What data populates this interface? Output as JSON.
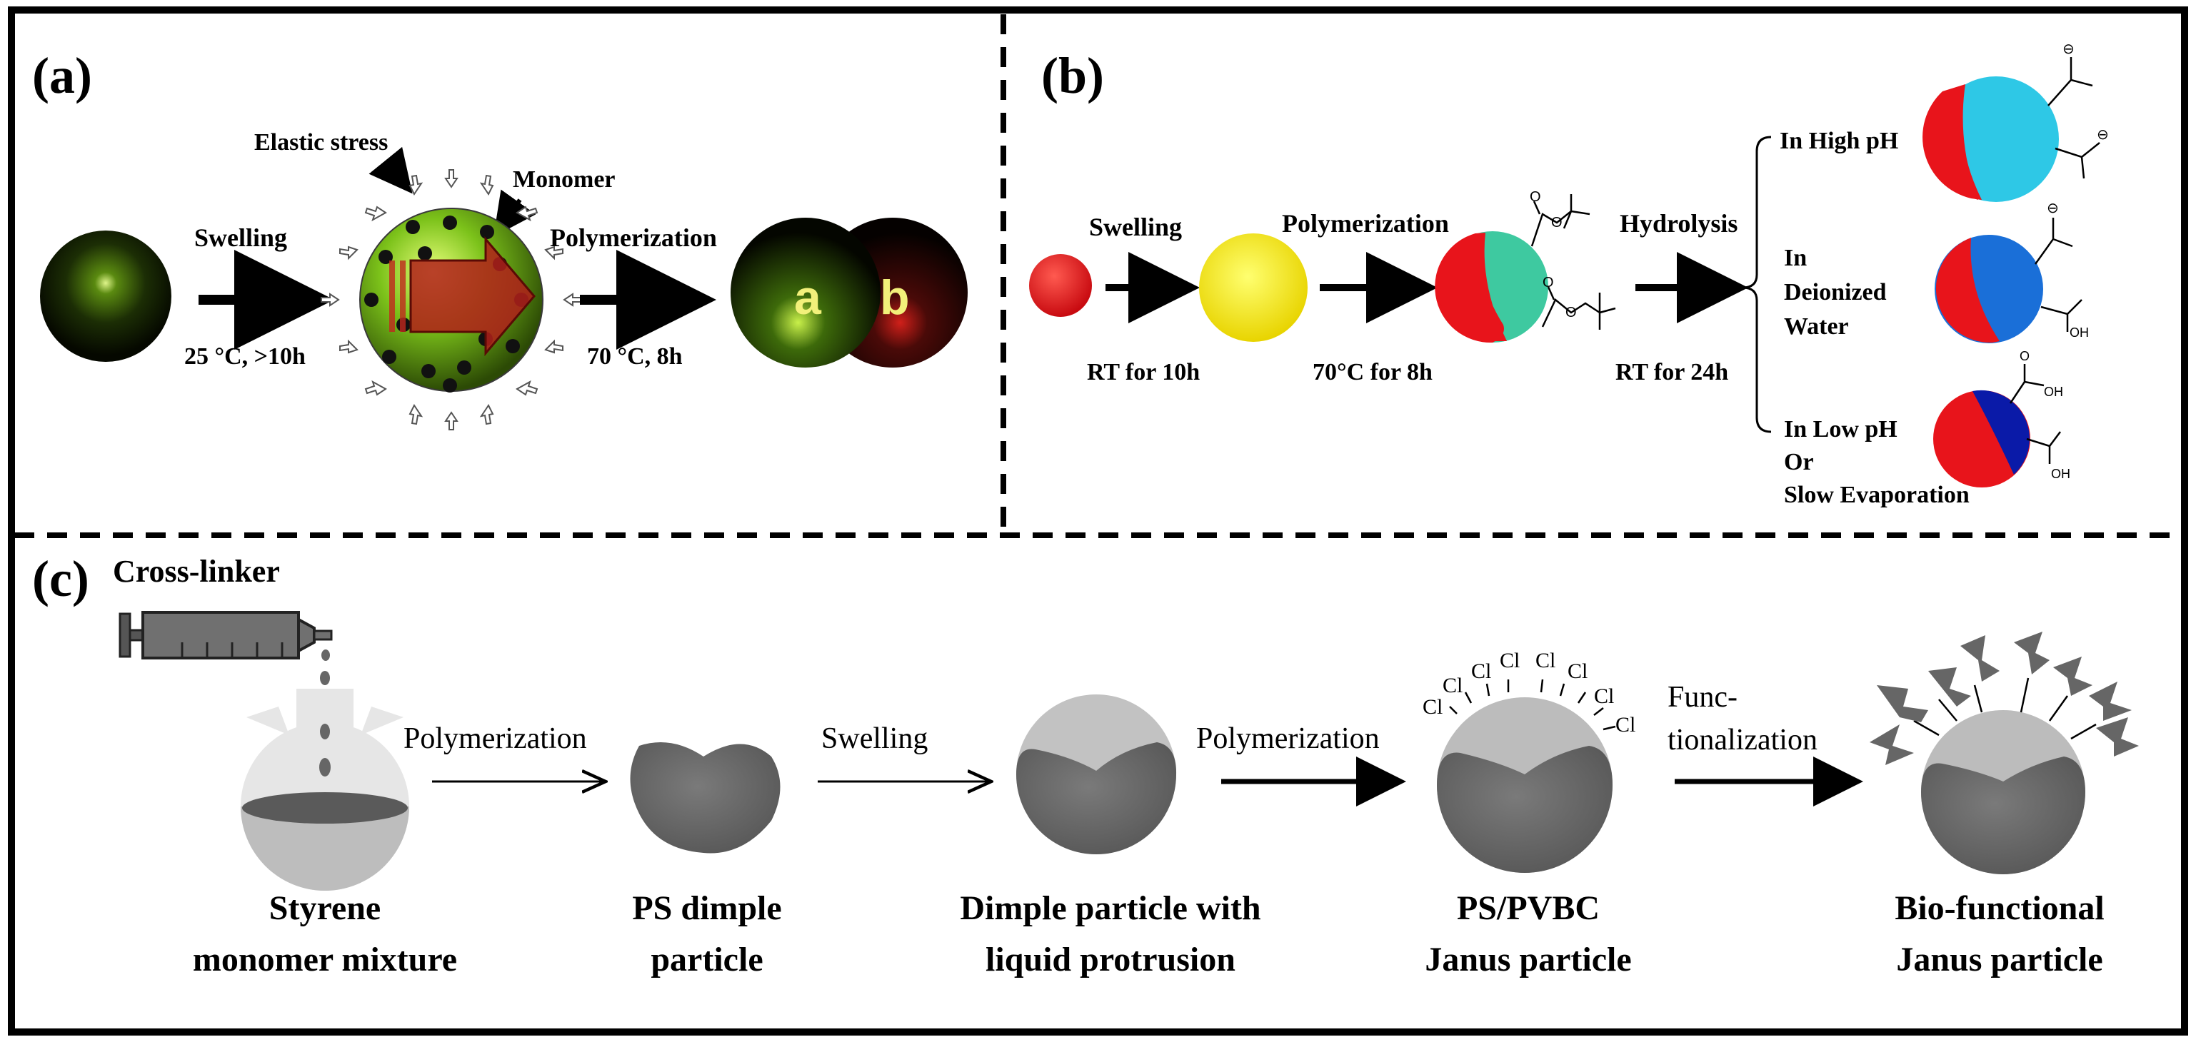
{
  "panel_a": {
    "label": "(a)",
    "elastic_stress": "Elastic stress",
    "monomer": "Monomer",
    "swelling": "Swelling",
    "swelling_cond": "25 °C, >10h",
    "polymerization": "Polymerization",
    "poly_cond": "70 °C, 8h",
    "lobe_a": "a",
    "lobe_b": "b"
  },
  "panel_b": {
    "label": "(b)",
    "swelling": "Swelling",
    "swelling_cond": "RT for 10h",
    "polymerization": "Polymerization",
    "poly_cond": "70°C for 8h",
    "hydrolysis": "Hydrolysis",
    "hydro_cond": "RT for 24h",
    "high_ph": "In High pH",
    "deionized_1": "In",
    "deionized_2": "Deionized",
    "deionized_3": "Water",
    "low_ph_1": "In Low pH",
    "low_ph_2": "Or",
    "low_ph_3": "Slow Evaporation",
    "chem_o": "O",
    "chem_oh": "OH",
    "chem_minus": "⊖"
  },
  "panel_c": {
    "label": "(c)",
    "crosslinker": "Cross-linker",
    "step1": "Polymerization",
    "step2": "Swelling",
    "step3": "Polymerization",
    "step4_1": "Func-",
    "step4_2": "tionalization",
    "cl": "Cl",
    "cap1_1": "Styrene",
    "cap1_2": "monomer mixture",
    "cap2_1": "PS dimple",
    "cap2_2": "particle",
    "cap3_1": "Dimple particle with",
    "cap3_2": "liquid protrusion",
    "cap4_1": "PS/PVBC",
    "cap4_2": "Janus particle",
    "cap5_1": "Bio-functional",
    "cap5_2": "Janus particle"
  },
  "colors": {
    "red": "#e8141b",
    "yellow": "#f0e000",
    "teal": "#3ec9a0",
    "cyan": "#2ec8e6",
    "blue": "#1a6fd8",
    "navy": "#0a1aa8",
    "dark_gray": "#6b6b6b",
    "light_gray": "#b9b9b9"
  }
}
